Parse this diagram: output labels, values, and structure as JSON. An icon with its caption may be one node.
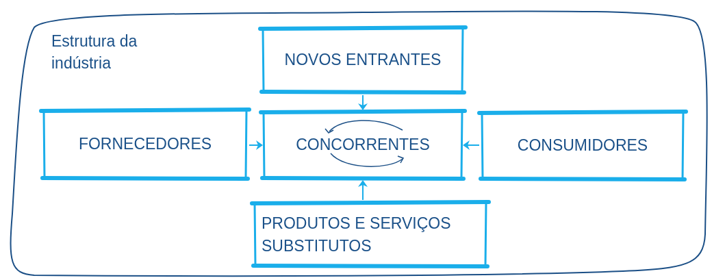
{
  "diagram": {
    "nodes": [
      {
        "text": [
          "Estrutura da indústria"
        ]
      },
      {
        "text": [
          "NOVOS ENTRANTES"
        ],
        "in": 0
      },
      {
        "text": [
          "FORNECEDORES"
        ],
        "in": 0
      },
      {
        "text": [
          "CONCORRENTES"
        ],
        "in": 0
      },
      {
        "text": [
          "CONSUMIDORES"
        ],
        "in": 0
      },
      {
        "text": [
          "PRODUTOS E SERVIÇOS SUBSTITUTOS"
        ],
        "in": 0
      }
    ],
    "edges": [
      {
        "from": 1,
        "to": 3,
        "arrow": "to"
      },
      {
        "from": 2,
        "to": 3,
        "arrow": "to"
      },
      {
        "from": 4,
        "to": 3,
        "arrow": "to"
      },
      {
        "from": 5,
        "to": 3,
        "arrow": "to"
      }
    ]
  }
}
